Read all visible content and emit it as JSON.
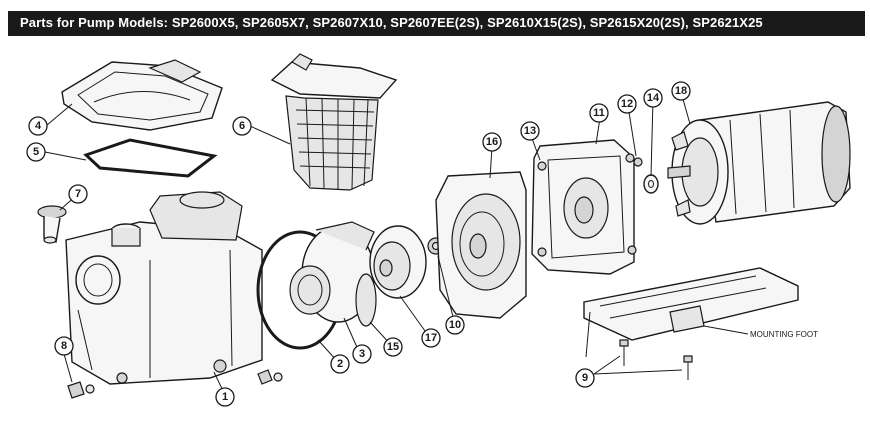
{
  "header": {
    "title": "Parts for Pump Models: SP2600X5, SP2605X7, SP2607X10, SP2607EE(2S), SP2610X15(2S), SP2615X20(2S), SP2621X25"
  },
  "callouts": [
    {
      "id": "1",
      "label": "1"
    },
    {
      "id": "2",
      "label": "2"
    },
    {
      "id": "3",
      "label": "3"
    },
    {
      "id": "4",
      "label": "4"
    },
    {
      "id": "5",
      "label": "5"
    },
    {
      "id": "6",
      "label": "6"
    },
    {
      "id": "7",
      "label": "7"
    },
    {
      "id": "8",
      "label": "8"
    },
    {
      "id": "9",
      "label": "9"
    },
    {
      "id": "10",
      "label": "10"
    },
    {
      "id": "11",
      "label": "11"
    },
    {
      "id": "12",
      "label": "12"
    },
    {
      "id": "13",
      "label": "13"
    },
    {
      "id": "14",
      "label": "14"
    },
    {
      "id": "15",
      "label": "15"
    },
    {
      "id": "16",
      "label": "16"
    },
    {
      "id": "17",
      "label": "17"
    },
    {
      "id": "18",
      "label": "18"
    }
  ],
  "annotations": {
    "mounting_foot": "MOUNTING FOOT"
  },
  "colors": {
    "header_background": "#1a1a1a",
    "header_text": "#ffffff",
    "line_art": "#1a1a1a"
  }
}
